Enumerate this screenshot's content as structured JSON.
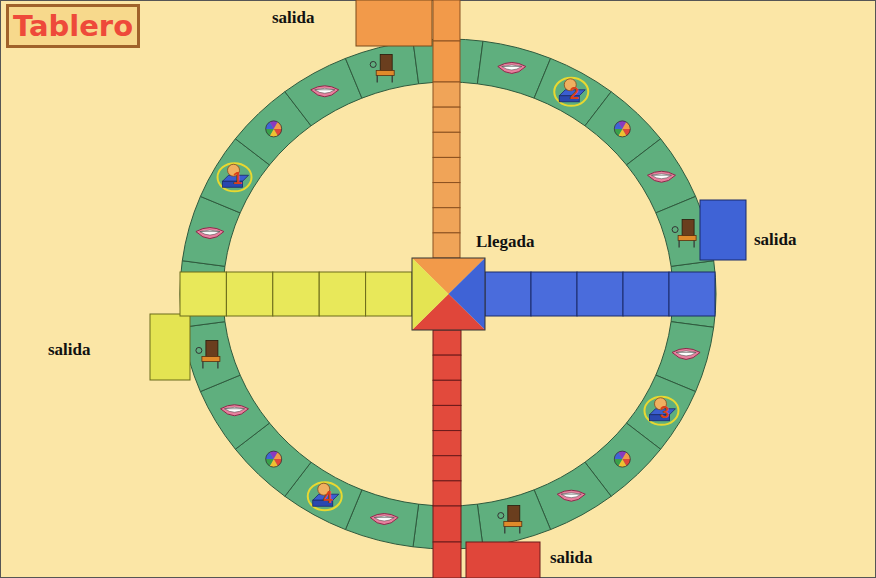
{
  "diagram": {
    "title": "Tablero",
    "labels": [
      "salida",
      "2",
      "1",
      "salida",
      "Llegada",
      "salida",
      "3",
      "4",
      "salida"
    ]
  }
}
